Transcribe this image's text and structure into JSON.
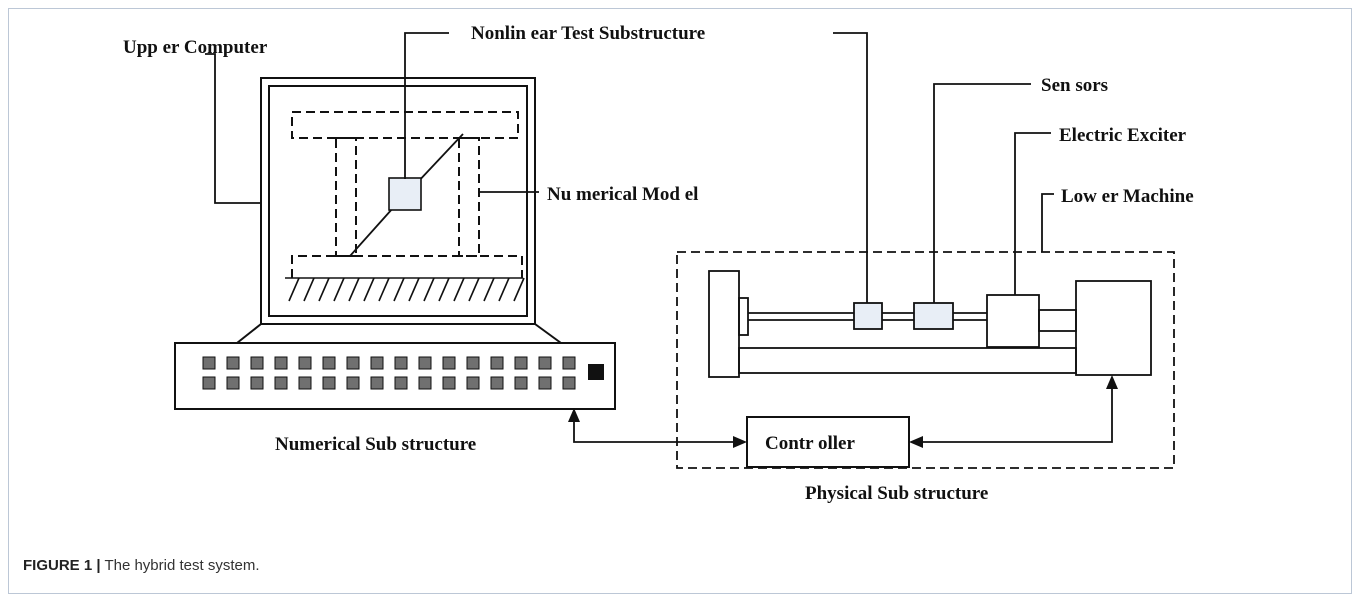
{
  "labels": {
    "upper_computer": "Upp er Computer",
    "nonlinear_test_substructure": "Nonlin ear Test Substructure",
    "sensors": "Sen sors",
    "electric_exciter": "Electric Exciter",
    "numerical_model": "Nu merical Mod el",
    "lower_machine": "Low er Machine",
    "controller": "Contr oller",
    "numerical_substructure": "Numerical Sub structure",
    "physical_substructure": "Physical Sub structure"
  },
  "caption": {
    "figure_id": "FIGURE 1 |",
    "text": "The hybrid test system."
  },
  "colors": {
    "line": "#111111",
    "component_fill": "#e8eef6",
    "key_fill": "#707070",
    "frame_border": "#bcc7d6"
  }
}
